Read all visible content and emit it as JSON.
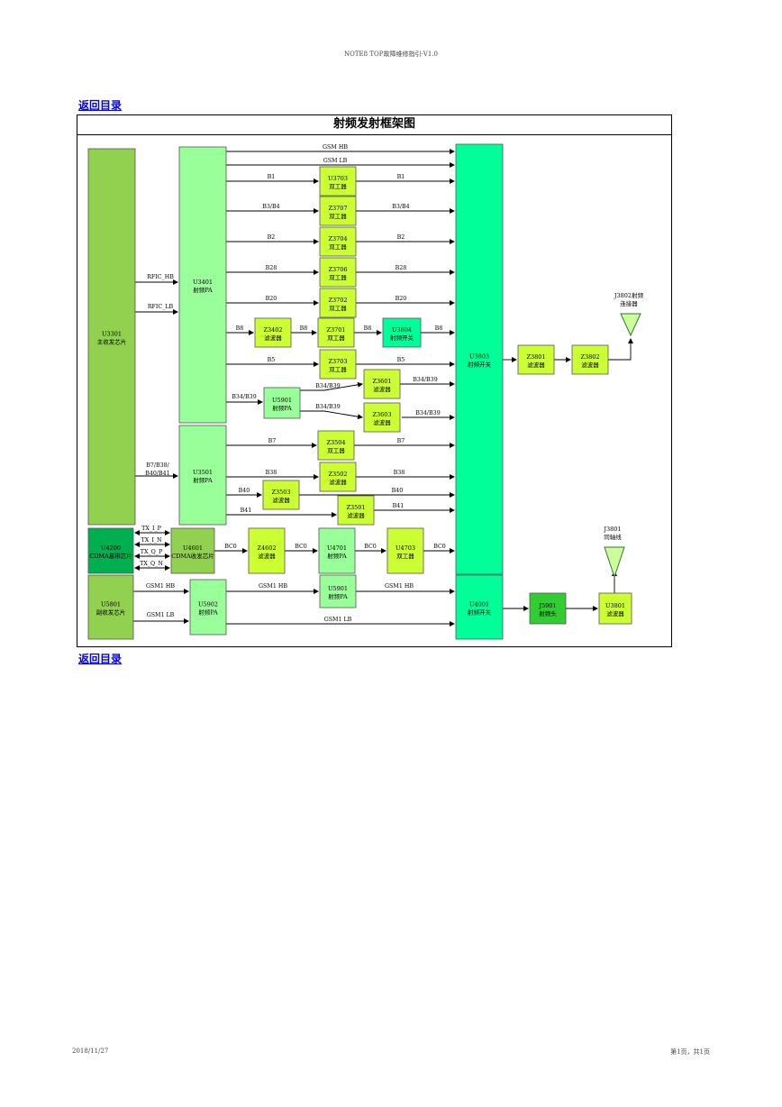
{
  "header_text": "NOTE8 TOP故障维修指引-V1.0",
  "back_link": "返回目录",
  "diagram_title": "射频发射框架图",
  "footer_date": "2018/11/27",
  "footer_page": "第1页，共1页",
  "blocks": [
    {
      "id": "u3301",
      "l1": "U3301",
      "l2": "主收发芯片",
      "color": "#92d050"
    },
    {
      "id": "u3401",
      "l1": "U3401",
      "l2": "射频PA",
      "color": "#99ff99"
    },
    {
      "id": "u3501",
      "l1": "U3501",
      "l2": "射频PA",
      "color": "#99ff99"
    },
    {
      "id": "u3803",
      "l1": "U3803",
      "l2": "射频开关",
      "color": "#00ff99"
    },
    {
      "id": "u4001",
      "l1": "U4001",
      "l2": "射频开关",
      "color": "#00ff99"
    },
    {
      "id": "u3703",
      "l1": "U3703",
      "l2": "双工器",
      "color": "#ccff33"
    },
    {
      "id": "z3707",
      "l1": "Z3707",
      "l2": "双工器",
      "color": "#ccff33"
    },
    {
      "id": "z3704",
      "l1": "Z3704",
      "l2": "双工器",
      "color": "#ccff33"
    },
    {
      "id": "z3706",
      "l1": "Z3706",
      "l2": "双工器",
      "color": "#ccff33"
    },
    {
      "id": "z3702",
      "l1": "Z3702",
      "l2": "双工器",
      "color": "#ccff33"
    },
    {
      "id": "z3402",
      "l1": "Z3402",
      "l2": "滤波器",
      "color": "#ccff33"
    },
    {
      "id": "z3701",
      "l1": "Z3701",
      "l2": "双工器",
      "color": "#ccff33"
    },
    {
      "id": "u3804",
      "l1": "U3804",
      "l2": "射频开关",
      "color": "#00ff99"
    },
    {
      "id": "z3703",
      "l1": "Z3703",
      "l2": "双工器",
      "color": "#ccff33"
    },
    {
      "id": "z3601",
      "l1": "Z3601",
      "l2": "滤波器",
      "color": "#ccff33"
    },
    {
      "id": "u5901a",
      "l1": "U5901",
      "l2": "射频PA",
      "color": "#99ff99"
    },
    {
      "id": "z3603",
      "l1": "Z3603",
      "l2": "滤波器",
      "color": "#ccff33"
    },
    {
      "id": "z3504",
      "l1": "Z3504",
      "l2": "双工器",
      "color": "#ccff33"
    },
    {
      "id": "z3502",
      "l1": "Z3502",
      "l2": "滤波器",
      "color": "#ccff33"
    },
    {
      "id": "z3503",
      "l1": "Z3503",
      "l2": "滤波器",
      "color": "#ccff33"
    },
    {
      "id": "z3501",
      "l1": "Z3501",
      "l2": "滤波器",
      "color": "#ccff33"
    },
    {
      "id": "z3801",
      "l1": "Z3801",
      "l2": "滤波器",
      "color": "#ccff33"
    },
    {
      "id": "z3802",
      "l1": "Z3802",
      "l2": "滤波器",
      "color": "#ccff33"
    },
    {
      "id": "u4200",
      "l1": "U4200",
      "l2": "CDMA基带芯片",
      "color": "#00b050"
    },
    {
      "id": "u4601",
      "l1": "U4601",
      "l2": "CDMA收发芯片",
      "color": "#92d050"
    },
    {
      "id": "z4602",
      "l1": "Z4602",
      "l2": "滤波器",
      "color": "#ccff33"
    },
    {
      "id": "u4701",
      "l1": "U4701",
      "l2": "射频PA",
      "color": "#99ff99"
    },
    {
      "id": "u4703",
      "l1": "U4703",
      "l2": "双工器",
      "color": "#ccff33"
    },
    {
      "id": "u5801",
      "l1": "U5801",
      "l2": "副收发芯片",
      "color": "#92d050"
    },
    {
      "id": "u5902",
      "l1": "U5902",
      "l2": "射频PA",
      "color": "#99ff99"
    },
    {
      "id": "u5901b",
      "l1": "U5901",
      "l2": "射频PA",
      "color": "#99ff99"
    },
    {
      "id": "j5901",
      "l1": "J5901",
      "l2": "射频头",
      "color": "#33cc33"
    },
    {
      "id": "u3801",
      "l1": "U3801",
      "l2": "滤波器",
      "color": "#ccff33"
    }
  ],
  "antennas": [
    {
      "id": "j3802",
      "l1": "J3802射频",
      "l2": "连接器"
    },
    {
      "id": "j3801",
      "l1": "J3801",
      "l2": "同轴线"
    }
  ],
  "labels": {
    "gsm_hb": "GSM HB",
    "gsm_lb": "GSM LB",
    "rfic_hb": "RFIC_HB",
    "rfic_lb": "RFIC_LB",
    "b1": "B1",
    "b3b4": "B3/B4",
    "b2": "B2",
    "b28": "B28",
    "b20": "B20",
    "b8": "B8",
    "b5": "B5",
    "b34b39": "B34/B39",
    "b7": "B7",
    "b38": "B38",
    "b40": "B40",
    "b41": "B41",
    "b7b38_1": "B7/B38/",
    "b7b38_2": "B40/B41",
    "tx_i_p": "TX_I_P",
    "tx_i_n": "TX_I_N",
    "tx_q_p": "TX_Q_P",
    "tx_q_n": "TX_Q_N",
    "bc0": "BC0",
    "gsm1_hb": "GSM1 HB",
    "gsm1_lb": "GSM1 LB"
  }
}
